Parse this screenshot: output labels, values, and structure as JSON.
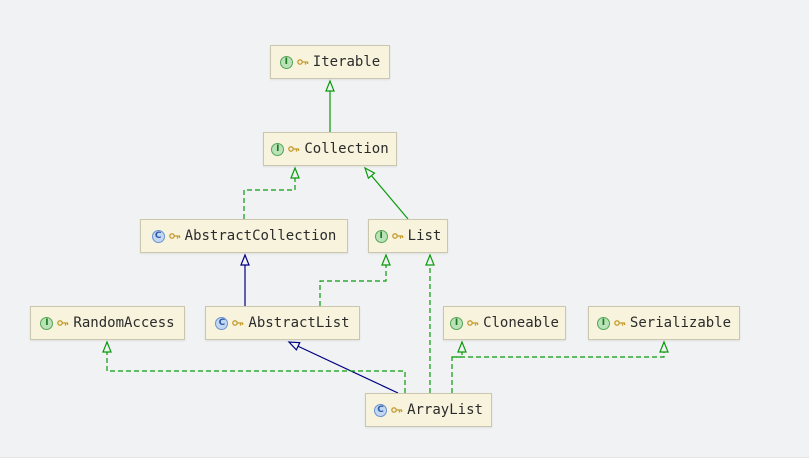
{
  "colors": {
    "background": "#f1f2f4",
    "node_fill": "#f7f3dd",
    "node_border": "#cbc7ae",
    "interface_edge_green": "#0a9a0a",
    "class_edge_navy": "#000080",
    "interface_icon_green": "#1e7a1e",
    "class_icon_blue": "#2b5ca8",
    "key_gold": "#c69c2e"
  },
  "nodes": [
    {
      "id": "Iterable",
      "label": "Iterable",
      "kind": "interface",
      "icon_letter": "I"
    },
    {
      "id": "Collection",
      "label": "Collection",
      "kind": "interface",
      "icon_letter": "I"
    },
    {
      "id": "AbstractCollection",
      "label": "AbstractCollection",
      "kind": "class",
      "icon_letter": "C"
    },
    {
      "id": "List",
      "label": "List",
      "kind": "interface",
      "icon_letter": "I"
    },
    {
      "id": "RandomAccess",
      "label": "RandomAccess",
      "kind": "interface",
      "icon_letter": "I"
    },
    {
      "id": "AbstractList",
      "label": "AbstractList",
      "kind": "class",
      "icon_letter": "C"
    },
    {
      "id": "Cloneable",
      "label": "Cloneable",
      "kind": "interface",
      "icon_letter": "I"
    },
    {
      "id": "Serializable",
      "label": "Serializable",
      "kind": "interface",
      "icon_letter": "I"
    },
    {
      "id": "ArrayList",
      "label": "ArrayList",
      "kind": "class",
      "icon_letter": "C"
    }
  ],
  "edges": [
    {
      "from": "Collection",
      "to": "Iterable",
      "relation": "extends",
      "line": "solid",
      "color": "#0a9a0a"
    },
    {
      "from": "AbstractCollection",
      "to": "Collection",
      "relation": "implements",
      "line": "dashed",
      "color": "#0a9a0a"
    },
    {
      "from": "List",
      "to": "Collection",
      "relation": "extends",
      "line": "solid",
      "color": "#0a9a0a"
    },
    {
      "from": "AbstractList",
      "to": "AbstractCollection",
      "relation": "extends",
      "line": "solid",
      "color": "#000080"
    },
    {
      "from": "AbstractList",
      "to": "List",
      "relation": "implements",
      "line": "dashed",
      "color": "#0a9a0a"
    },
    {
      "from": "ArrayList",
      "to": "AbstractList",
      "relation": "extends",
      "line": "solid",
      "color": "#000080"
    },
    {
      "from": "ArrayList",
      "to": "List",
      "relation": "implements",
      "line": "dashed",
      "color": "#0a9a0a"
    },
    {
      "from": "ArrayList",
      "to": "RandomAccess",
      "relation": "implements",
      "line": "dashed",
      "color": "#0a9a0a"
    },
    {
      "from": "ArrayList",
      "to": "Cloneable",
      "relation": "implements",
      "line": "dashed",
      "color": "#0a9a0a"
    },
    {
      "from": "ArrayList",
      "to": "Serializable",
      "relation": "implements",
      "line": "dashed",
      "color": "#0a9a0a"
    }
  ]
}
